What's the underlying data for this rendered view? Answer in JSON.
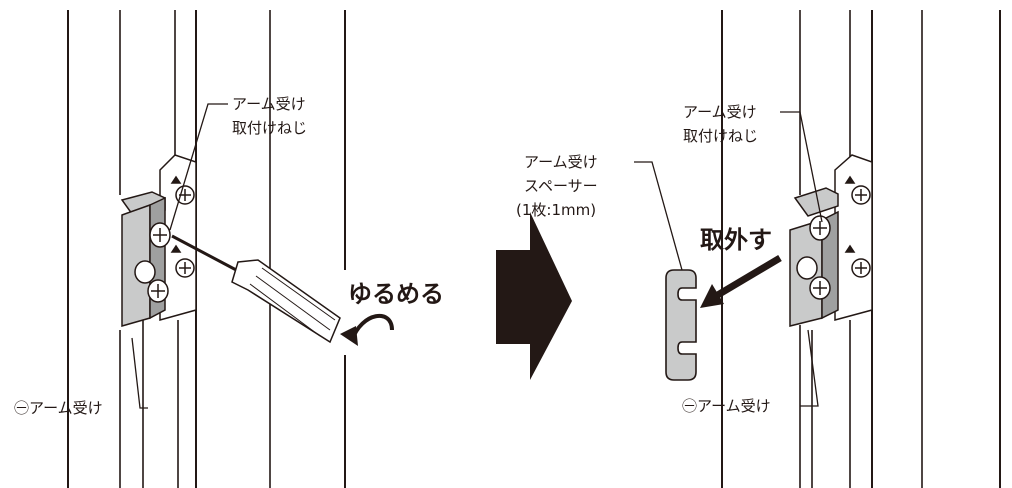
{
  "left_panel": {
    "screw_label": {
      "line1": "アーム受け",
      "line2": "取付けねじ"
    },
    "action_label": "ゆるめる",
    "bracket_label": "㊀アーム受け"
  },
  "right_panel": {
    "screw_label": {
      "line1": "アーム受け",
      "line2": "取付けねじ"
    },
    "spacer_label": {
      "line1": "アーム受け",
      "line2": "スペーサー",
      "line3": "(1枚:1mm)"
    },
    "action_label": "取外す",
    "bracket_label": "㊀アーム受け"
  },
  "colors": {
    "ink": "#231815",
    "metal": "#c9caca",
    "metal_dark": "#9fa0a0",
    "arrow": "#231815"
  }
}
